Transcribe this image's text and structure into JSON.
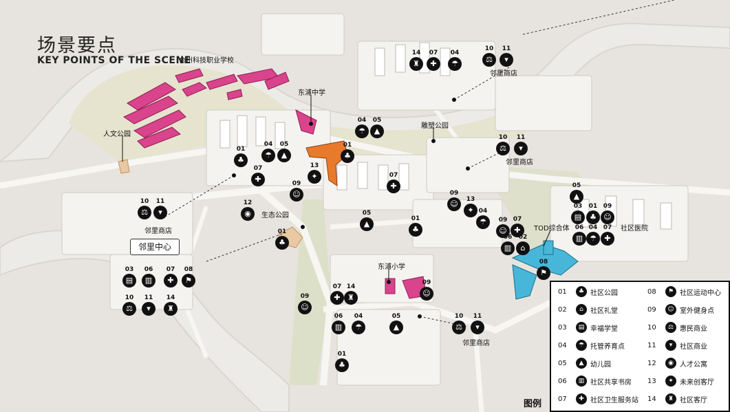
{
  "title": {
    "cn": "场景要点",
    "en": "KEY POINTS OF THE SCENE"
  },
  "places": {
    "school": "台州科技职业学校",
    "humanities_park": "人文公园",
    "dongpu_middle": "东浦中学",
    "sculpture_park": "雕塑公园",
    "eco_park": "生态公园",
    "tod": "TOD综合体",
    "clinic": "社区医院",
    "dongpu_primary": "东浦小学",
    "center": "邻里中心",
    "shop1": "邻里商店",
    "shop2": "邻里商店",
    "shop3": "邻里商店",
    "shop4": "邻里商店"
  },
  "legend": {
    "title": "图例",
    "items": [
      {
        "num": "01",
        "label": "社区公园",
        "icon": "park-icon"
      },
      {
        "num": "02",
        "label": "社区礼堂",
        "icon": "hall-icon"
      },
      {
        "num": "03",
        "label": "幸福学堂",
        "icon": "study-icon"
      },
      {
        "num": "04",
        "label": "托管养育点",
        "icon": "care-icon"
      },
      {
        "num": "05",
        "label": "幼儿园",
        "icon": "kindergarten-icon"
      },
      {
        "num": "06",
        "label": "社区共享书房",
        "icon": "library-icon"
      },
      {
        "num": "07",
        "label": "社区卫生服务站",
        "icon": "health-icon"
      },
      {
        "num": "08",
        "label": "社区运动中心",
        "icon": "sports-icon"
      },
      {
        "num": "09",
        "label": "室外健身点",
        "icon": "fitness-icon"
      },
      {
        "num": "10",
        "label": "惠民商业",
        "icon": "shop-icon"
      },
      {
        "num": "11",
        "label": "社区商业",
        "icon": "cart-icon"
      },
      {
        "num": "12",
        "label": "人才公寓",
        "icon": "apartment-icon"
      },
      {
        "num": "13",
        "label": "未来创客厅",
        "icon": "maker-icon"
      },
      {
        "num": "14",
        "label": "社区客厅",
        "icon": "lounge-icon"
      }
    ]
  },
  "pois": [
    "14",
    "07",
    "04",
    "10",
    "11",
    "04",
    "05",
    "01",
    "04",
    "05",
    "01",
    "07",
    "13",
    "09",
    "07",
    "10",
    "11",
    "10",
    "11",
    "12",
    "01",
    "05",
    "01",
    "09",
    "13",
    "04",
    "09",
    "07",
    "06",
    "02",
    "05",
    "03",
    "01",
    "09",
    "06",
    "04",
    "07",
    "08",
    "07",
    "14",
    "06",
    "04",
    "05",
    "10",
    "11",
    "09",
    "01",
    "09",
    "03",
    "06",
    "07",
    "08",
    "10",
    "11",
    "14"
  ]
}
